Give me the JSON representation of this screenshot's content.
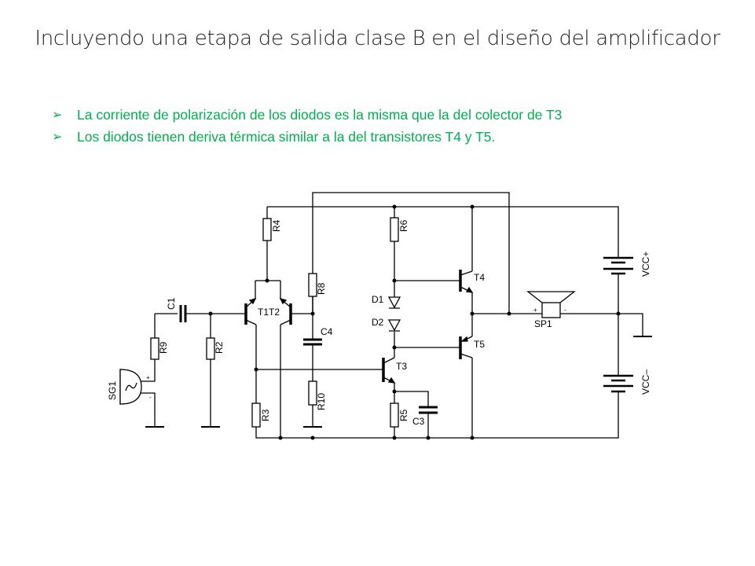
{
  "slide": {
    "title": "Incluyendo una etapa de salida clase B en el diseño del amplificador",
    "bullets": [
      {
        "icon": "arrow-bullet-icon",
        "text": "La corriente de polarización de los diodos es la misma que la del colector de T3"
      },
      {
        "icon": "arrow-bullet-icon",
        "text": "Los diodos tienen deriva térmica similar a la del transistores T4 y T5."
      }
    ],
    "bullet_color": "#00b050"
  },
  "circuit": {
    "labels": {
      "R2": "R2",
      "R3": "R3",
      "R4": "R4",
      "R5": "R5",
      "R6": "R6",
      "R8": "R8",
      "R9": "R9",
      "R10": "R10",
      "C1": "C1",
      "C3": "C3",
      "C4": "C4",
      "D1": "D1",
      "D2": "D2",
      "T1T2": "T1T2",
      "T3": "T3",
      "T4": "T4",
      "T5": "T5",
      "SG1": "SG1",
      "SP1": "SP1",
      "VCCp": "VCC+",
      "VCCn": "VCC–",
      "plus": "+",
      "minus": "-"
    }
  }
}
